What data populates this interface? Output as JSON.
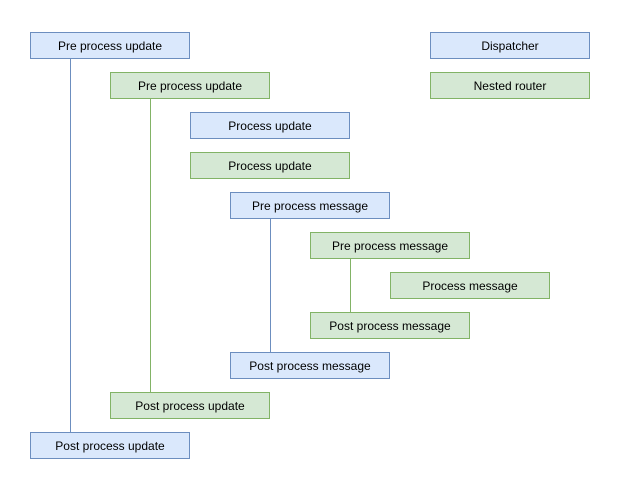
{
  "diagram": {
    "colors": {
      "blue_fill": "#dae8fc",
      "blue_border": "#6c8ebf",
      "green_fill": "#d5e8d4",
      "green_border": "#82b366"
    },
    "boxes": [
      {
        "label": "Pre process update",
        "type": "blue"
      },
      {
        "label": "Dispatcher",
        "type": "blue"
      },
      {
        "label": "Pre process update",
        "type": "green"
      },
      {
        "label": "Nested router",
        "type": "green"
      },
      {
        "label": "Process update",
        "type": "blue"
      },
      {
        "label": "Process update",
        "type": "green"
      },
      {
        "label": "Pre process message",
        "type": "blue"
      },
      {
        "label": "Pre process message",
        "type": "green"
      },
      {
        "label": "Process message",
        "type": "green"
      },
      {
        "label": "Post process message",
        "type": "green"
      },
      {
        "label": "Post process message",
        "type": "blue"
      },
      {
        "label": "Post process update",
        "type": "green"
      },
      {
        "label": "Post process update",
        "type": "blue"
      }
    ]
  }
}
